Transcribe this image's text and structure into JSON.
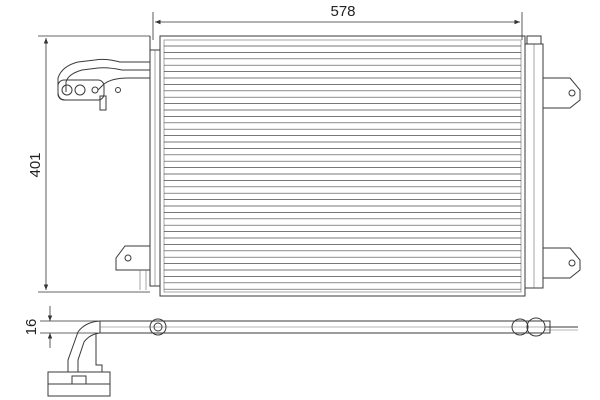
{
  "dimensions": {
    "width_label": "578",
    "height_label": "401",
    "depth_label": "16"
  },
  "colors": {
    "line": "#3a3a3a",
    "background": "#ffffff"
  }
}
